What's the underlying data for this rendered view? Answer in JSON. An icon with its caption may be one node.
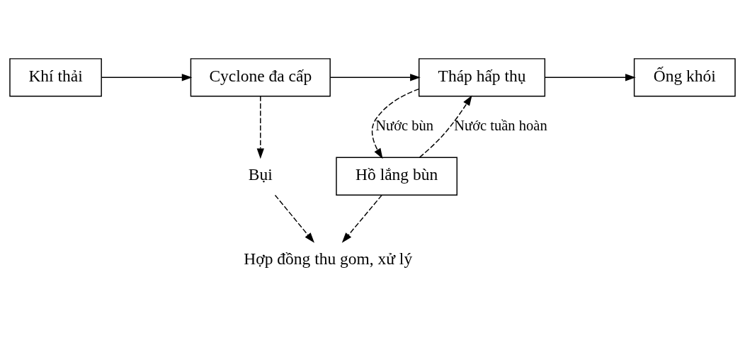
{
  "diagram": {
    "nodes": [
      {
        "text": [
          "Khí thải"
        ]
      },
      {
        "text": [
          "Cyclone đa cấp"
        ]
      },
      {
        "text": [
          "Tháp hấp thụ"
        ]
      },
      {
        "text": [
          "Ống khói"
        ]
      },
      {
        "text": [
          "Bụi"
        ]
      },
      {
        "text": [
          "Hồ lắng bùn"
        ]
      },
      {
        "text": [
          "Hợp đồng thu gom, xử lý"
        ]
      }
    ],
    "edges": [
      {
        "from": 0,
        "to": 1,
        "arrow": "to"
      },
      {
        "from": 1,
        "to": 2,
        "arrow": "to"
      },
      {
        "from": 2,
        "to": 3,
        "arrow": "to"
      },
      {
        "from": 1,
        "to": 4,
        "arrow": "to",
        "style": "dashed"
      },
      {
        "from": 5,
        "to": 2,
        "arrow": "to",
        "style": "dashed",
        "label": "Nước tuần hoàn"
      },
      {
        "from": 2,
        "to": 5,
        "arrow": "to",
        "style": "dashed",
        "label": "Nước bùn"
      },
      {
        "from": 5,
        "to": 6,
        "arrow": "to",
        "style": "dashed"
      },
      {
        "from": 4,
        "to": 6,
        "arrow": "to",
        "style": "dashed"
      }
    ]
  }
}
